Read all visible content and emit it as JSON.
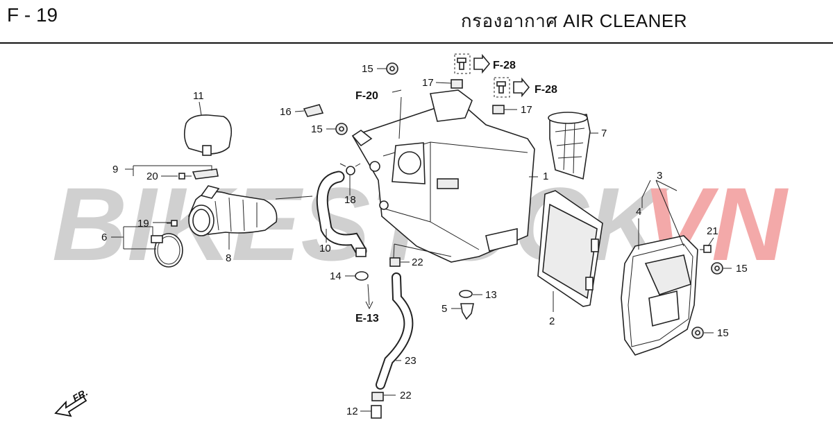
{
  "header": {
    "page_code": "F - 19",
    "title": "กรองอากาศ  AIR CLEANER"
  },
  "watermark": {
    "text_grey": "BIKESTOCK",
    "text_red": "VN",
    "color_grey": "#c9c9c9",
    "color_red": "#f2a0a0"
  },
  "references": {
    "f28_a": "F-28",
    "f28_b": "F-28",
    "f20": "F-20",
    "e13": "E-13"
  },
  "front_indicator": "FR.",
  "callouts": {
    "c1": "1",
    "c2": "2",
    "c3": "3",
    "c4": "4",
    "c5": "5",
    "c6": "6",
    "c7": "7",
    "c8": "8",
    "c9": "9",
    "c10": "10",
    "c11": "11",
    "c12": "12",
    "c13": "13",
    "c14": "14",
    "c15a": "15",
    "c15b": "15",
    "c15c": "15",
    "c15d": "15",
    "c16": "16",
    "c17a": "17",
    "c17b": "17",
    "c18": "18",
    "c19": "19",
    "c20": "20",
    "c21": "21",
    "c22a": "22",
    "c22b": "22",
    "c23": "23"
  }
}
